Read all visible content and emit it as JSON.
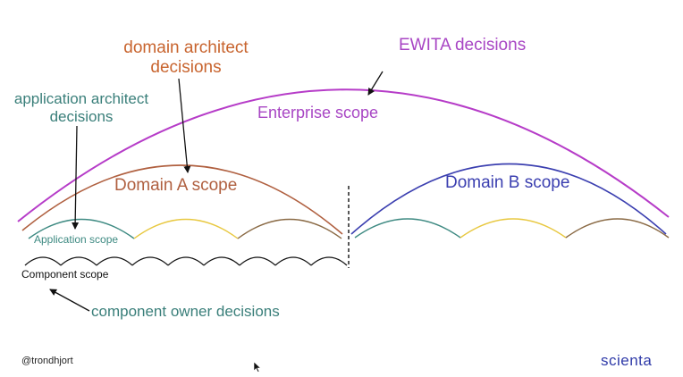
{
  "labels": {
    "ewita_decisions": "EWITA decisions",
    "domain_architect_line1": "domain architect",
    "domain_architect_line2": "decisions",
    "application_architect_line1": "application architect",
    "application_architect_line2": "decisions",
    "enterprise_scope": "Enterprise scope",
    "domain_a_scope": "Domain A scope",
    "domain_b_scope": "Domain B scope",
    "application_scope": "Application scope",
    "component_scope": "Component scope",
    "component_owner_decisions": "component owner decisions"
  },
  "footer": {
    "handle": "@trondhjort",
    "brand": "scienta"
  },
  "colors": {
    "enterprise": "#b63cc8",
    "domain_a": "#b06040",
    "domain_b": "#3b3fb0",
    "application": "#3e8a82",
    "app_yellow": "#e8c840",
    "app_brown": "#8a6a45",
    "component": "#111111",
    "ewita_text": "#a846c4",
    "domain_architect_text": "#c8642e",
    "app_architect_text": "#3a7f7a",
    "brand": "#2f3aa8"
  }
}
